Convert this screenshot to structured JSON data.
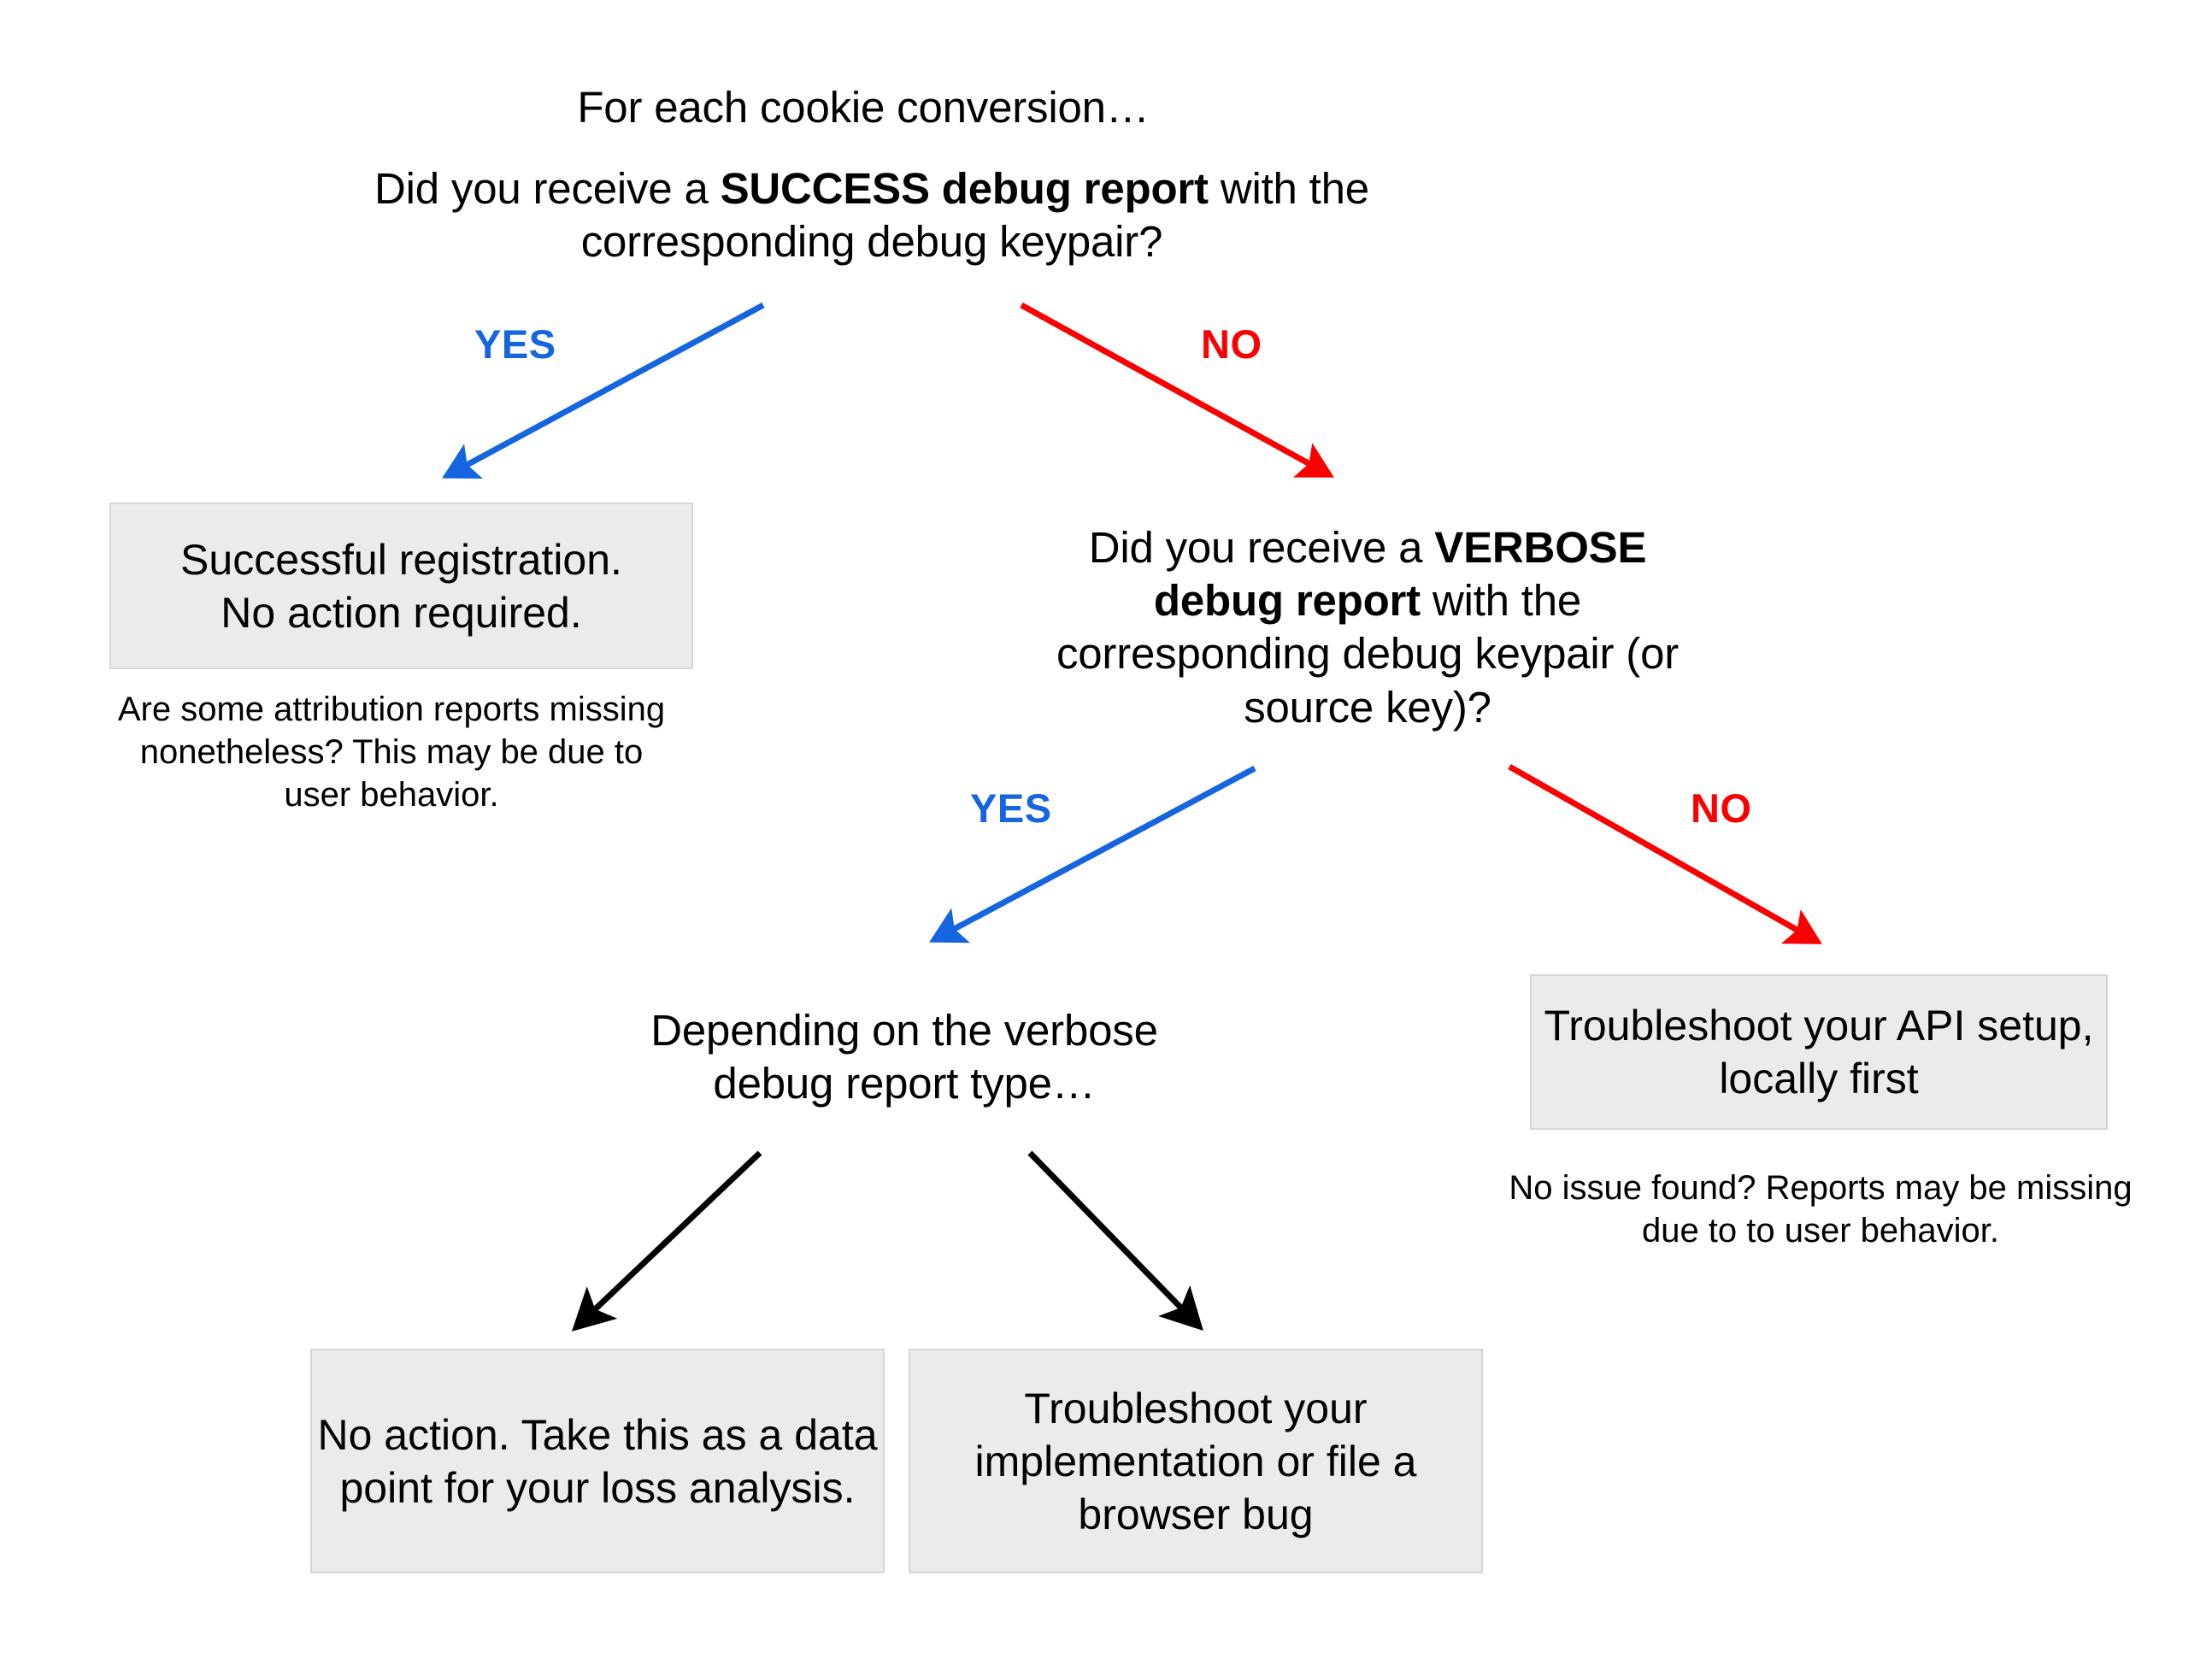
{
  "diagram": {
    "title_note": "Debug report troubleshooting decision tree",
    "colors": {
      "yes_blue": "#1565e0",
      "no_red": "#fb0000",
      "box_fill": "#ebebeb",
      "box_border": "#d6d6d6",
      "arrow_black": "#000000",
      "background": "#ffffff"
    }
  },
  "nodes": {
    "root_intro": "For each cookie conversion…",
    "root_question": {
      "part1": "Did you receive a ",
      "bold": "SUCCESS debug report",
      "part2": " with the corresponding debug keypair?"
    },
    "success_box": "Successful registration.\nNo action required.",
    "success_caption": "Are some attribution reports missing nonetheless? This may be due to user behavior.",
    "verbose_question": {
      "part1": "Did you receive a ",
      "bold": "VERBOSE debug report",
      "part2": " with the corresponding debug keypair (or source key)?"
    },
    "depending_text": "Depending on the verbose debug report type…",
    "api_box": "Troubleshoot your API setup, locally first",
    "api_caption": "No issue found? Reports may be missing due to to user behavior.",
    "no_action_box": "No action. Take this as a data point for your loss analysis.",
    "impl_box": "Troubleshoot your implementation or file a browser bug"
  },
  "edges": {
    "yes_1": "YES",
    "no_1": "NO",
    "yes_2": "YES",
    "no_2": "NO"
  }
}
